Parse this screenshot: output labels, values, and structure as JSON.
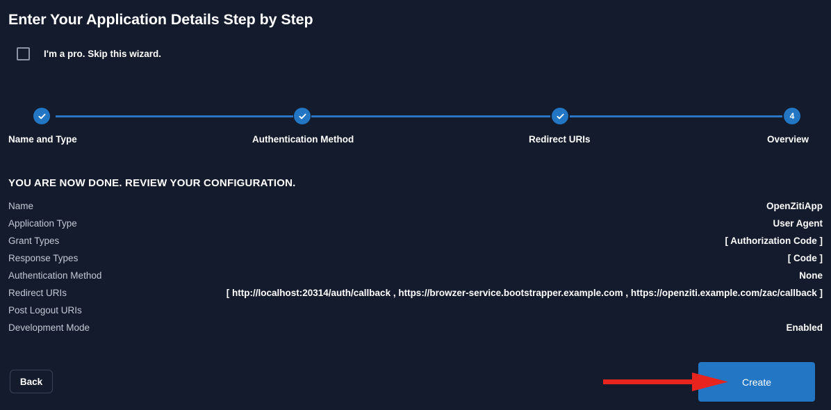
{
  "page": {
    "title": "Enter Your Application Details Step by Step",
    "skip_wizard_label": "I'm a pro. Skip this wizard.",
    "review_heading": "YOU ARE NOW DONE. REVIEW YOUR CONFIGURATION."
  },
  "stepper": {
    "steps": [
      {
        "label": "Name and Type",
        "state": "complete",
        "marker": "check"
      },
      {
        "label": "Authentication Method",
        "state": "complete",
        "marker": "check"
      },
      {
        "label": "Redirect URIs",
        "state": "complete",
        "marker": "check"
      },
      {
        "label": "Overview",
        "state": "current",
        "marker": "4"
      }
    ]
  },
  "summary": {
    "rows": [
      {
        "label": "Name",
        "value": "OpenZitiApp"
      },
      {
        "label": "Application Type",
        "value": "User Agent"
      },
      {
        "label": "Grant Types",
        "value": "[ Authorization Code ]"
      },
      {
        "label": "Response Types",
        "value": "[ Code ]"
      },
      {
        "label": "Authentication Method",
        "value": "None"
      },
      {
        "label": "Redirect URIs",
        "value": "[ http://localhost:20314/auth/callback , https://browzer-service.bootstrapper.example.com , https://openziti.example.com/zac/callback ]"
      },
      {
        "label": "Post Logout URIs",
        "value": ""
      },
      {
        "label": "Development Mode",
        "value": "Enabled"
      }
    ]
  },
  "footer": {
    "back_label": "Back",
    "create_label": "Create"
  },
  "colors": {
    "background": "#141b2d",
    "accent_blue": "#2276c4",
    "step_line": "#2a75c4",
    "label_text": "#c3c8d4",
    "value_text": "#ffffff",
    "annotation_red": "#e8241f",
    "checkbox_border": "#8d94a4",
    "back_border": "#3b4256"
  }
}
